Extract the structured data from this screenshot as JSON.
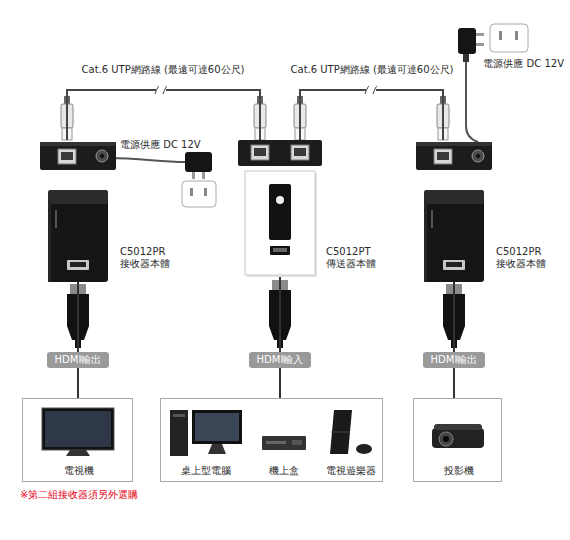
{
  "diagram": {
    "nodes": [
      {
        "text": [
          "C5012PR 接收器本體"
        ]
      },
      {
        "text": [
          "C5012PT 傳送器本體"
        ]
      },
      {
        "text": [
          "C5012PR 接收器本體"
        ]
      },
      {
        "text": [
          "HDMI輸出"
        ]
      },
      {
        "text": [
          "HDMI輸入"
        ]
      },
      {
        "text": [
          "HDMI輸出"
        ]
      },
      {
        "text": [
          "電視機"
        ]
      },
      {
        "text": [
          "桌上型電腦",
          "機上盒",
          "電視遊樂器"
        ]
      },
      {
        "text": [
          "投影機"
        ]
      }
    ],
    "edges": [
      {
        "from": 0,
        "to": 1,
        "label": "Cat.6 UTP網路線 (最遠可達60公尺)",
        "arrow": "none"
      },
      {
        "from": 1,
        "to": 2,
        "label": "Cat.6 UTP網路線 (最遠可達60公尺)",
        "arrow": "none"
      },
      {
        "from": 0,
        "to": 3,
        "arrow": "none"
      },
      {
        "from": 3,
        "to": 6,
        "arrow": "none"
      },
      {
        "from": 1,
        "to": 4,
        "arrow": "none"
      },
      {
        "from": 4,
        "to": 7,
        "arrow": "none"
      },
      {
        "from": 2,
        "to": 5,
        "arrow": "none"
      },
      {
        "from": 5,
        "to": 8,
        "arrow": "none"
      }
    ],
    "labels": [
      "電源供應 DC 12V",
      "電源供應 DC 12V",
      "※第二組接收器須另外選購"
    ]
  }
}
